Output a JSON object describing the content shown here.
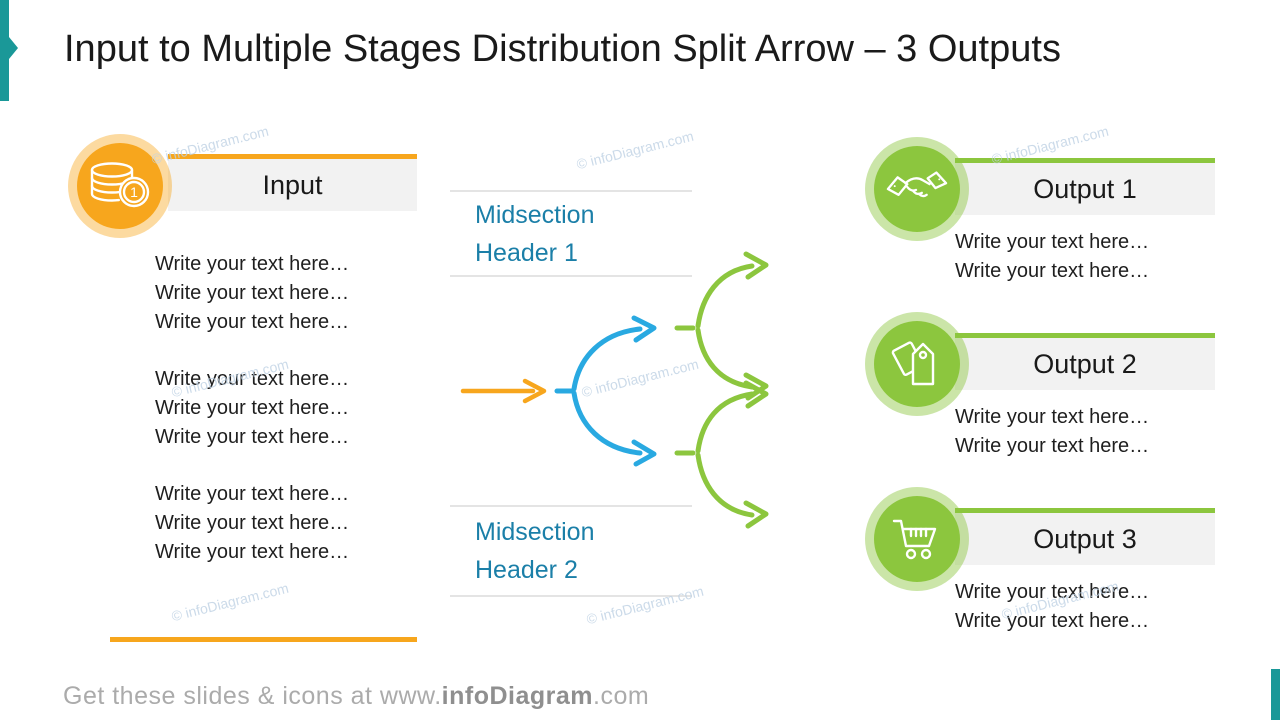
{
  "colors": {
    "orange": "#F7A61D",
    "green": "#8CC63E",
    "blue": "#29A9E1",
    "teal": "#1A9898",
    "header-blue": "#1B7FA8",
    "bar-bg": "#F2F2F2",
    "line-gray": "#E4E4E4",
    "footer-gray": "#ABABAB"
  },
  "title": "Input to Multiple Stages Distribution Split Arrow – 3 Outputs",
  "watermark": "© infoDiagram.com",
  "input": {
    "title": "Input",
    "icon": "coins-icon",
    "coin_number": "1",
    "groups": {
      "g1": [
        "Write your text here…",
        "Write your text here…",
        "Write your text here…"
      ],
      "g2": [
        "Write your text here…",
        "Write your text here…",
        "Write your text here…"
      ],
      "g3": [
        "Write your text here…",
        "Write your text here…",
        "Write your text here…"
      ]
    }
  },
  "midsection": {
    "header1": {
      "line1": "Midsection",
      "line2": "Header 1"
    },
    "header2": {
      "line1": "Midsection",
      "line2": "Header 2"
    }
  },
  "outputs": {
    "o1": {
      "title": "Output 1",
      "icon": "handshake-icon",
      "lines": [
        "Write your text here…",
        "Write your text here…"
      ]
    },
    "o2": {
      "title": "Output 2",
      "icon": "price-tags-icon",
      "lines": [
        "Write your text here…",
        "Write your text here…"
      ]
    },
    "o3": {
      "title": "Output 3",
      "icon": "shopping-cart-icon",
      "lines": [
        "Write your text here…",
        "Write your text here…"
      ]
    }
  },
  "footer": {
    "prefix": "Get these slides & icons at www.",
    "brand": "infoDiagram",
    "suffix": ".com"
  }
}
